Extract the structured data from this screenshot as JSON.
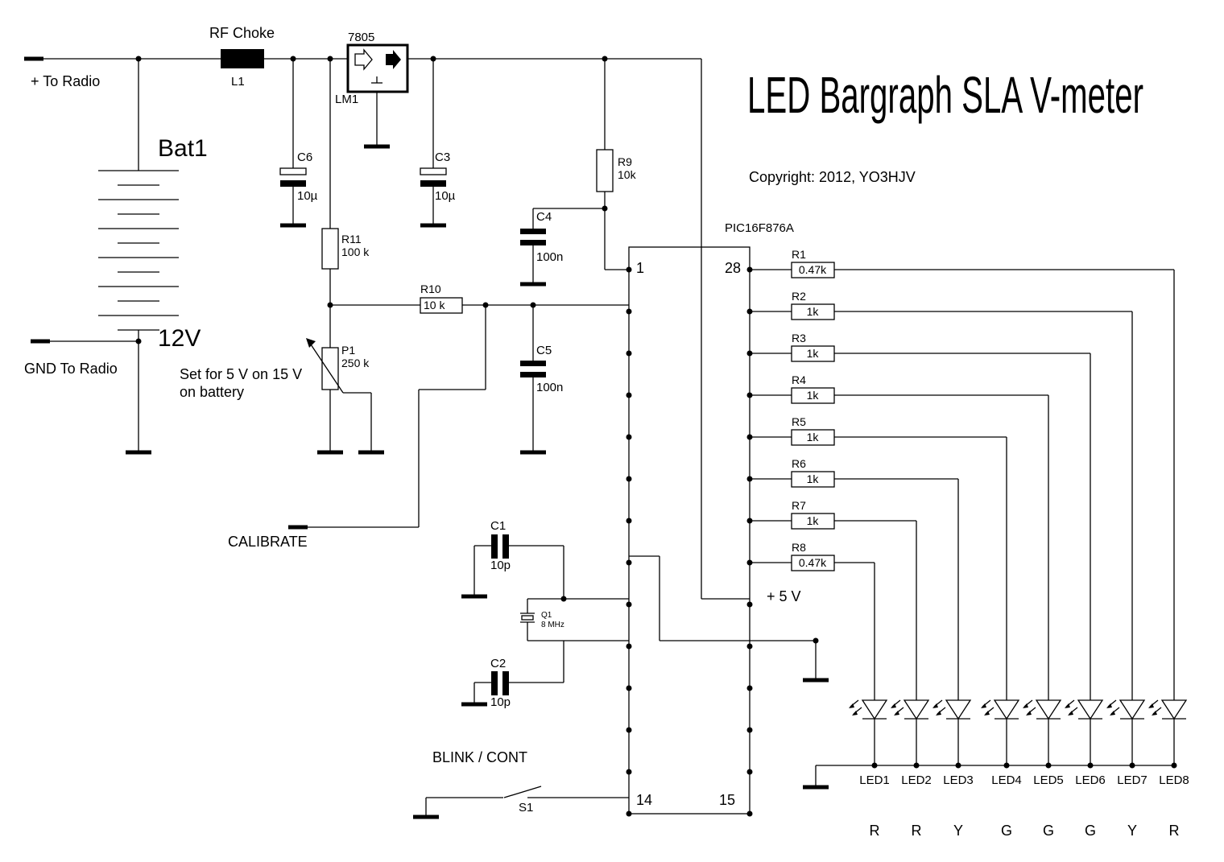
{
  "title": "LED Bargraph SLA V-meter",
  "copyright": "Copyright: 2012, YO3HJV",
  "terminals": {
    "to_radio_plus": "+ To Radio",
    "gnd_to_radio": "GND To Radio",
    "calibrate": "CALIBRATE",
    "blink_cont": "BLINK / CONT"
  },
  "battery": {
    "ref": "Bat1",
    "value": "12V"
  },
  "choke": {
    "name": "RF Choke",
    "ref": "L1"
  },
  "regulator": {
    "part": "7805",
    "ref": "LM1"
  },
  "capacitors": {
    "C6": {
      "ref": "C6",
      "value": "10µ"
    },
    "C3": {
      "ref": "C3",
      "value": "10µ"
    },
    "C4": {
      "ref": "C4",
      "value": "100n"
    },
    "C5": {
      "ref": "C5",
      "value": "100n"
    },
    "C1": {
      "ref": "C1",
      "value": "10p"
    },
    "C2": {
      "ref": "C2",
      "value": "10p"
    }
  },
  "resistors_main": {
    "R9": {
      "ref": "R9",
      "value": "10k"
    },
    "R11": {
      "ref": "R11",
      "value": "100 k"
    },
    "R10": {
      "ref": "R10",
      "value": "10 k"
    }
  },
  "pot": {
    "ref": "P1",
    "value": "250 k",
    "note_line1": "Set for 5 V on 15 V",
    "note_line2": "on battery"
  },
  "crystal": {
    "ref": "Q1",
    "value": "8 MHz"
  },
  "switch": {
    "ref": "S1"
  },
  "mcu": {
    "part": "PIC16F876A",
    "pin1": "1",
    "pin28": "28",
    "pin14": "14",
    "pin15": "15",
    "supply": "+ 5 V"
  },
  "led_resistors": [
    {
      "ref": "R1",
      "value": "0.47k"
    },
    {
      "ref": "R2",
      "value": "1k"
    },
    {
      "ref": "R3",
      "value": "1k"
    },
    {
      "ref": "R4",
      "value": "1k"
    },
    {
      "ref": "R5",
      "value": "1k"
    },
    {
      "ref": "R6",
      "value": "1k"
    },
    {
      "ref": "R7",
      "value": "1k"
    },
    {
      "ref": "R8",
      "value": "0.47k"
    }
  ],
  "leds": [
    {
      "ref": "LED1",
      "color": "R"
    },
    {
      "ref": "LED2",
      "color": "R"
    },
    {
      "ref": "LED3",
      "color": "Y"
    },
    {
      "ref": "LED4",
      "color": "G"
    },
    {
      "ref": "LED5",
      "color": "G"
    },
    {
      "ref": "LED6",
      "color": "G"
    },
    {
      "ref": "LED7",
      "color": "Y"
    },
    {
      "ref": "LED8",
      "color": "R"
    }
  ]
}
